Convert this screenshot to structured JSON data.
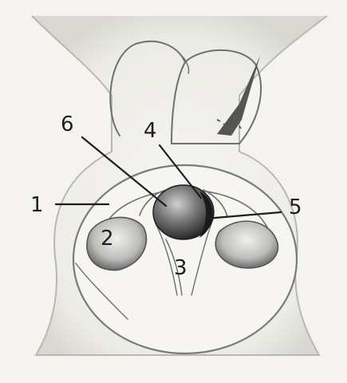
{
  "figure": {
    "labels": [
      {
        "id": "1",
        "text": "1"
      },
      {
        "id": "2",
        "text": "2"
      },
      {
        "id": "3",
        "text": "3"
      },
      {
        "id": "4",
        "text": "4"
      },
      {
        "id": "5",
        "text": "5"
      },
      {
        "id": "6",
        "text": "6"
      }
    ]
  },
  "colors": {
    "paper": "#f4f3ef",
    "ink": "#1e1e1e",
    "shade": "#6f6f6f",
    "dark_mass": "#3a3a3a"
  }
}
